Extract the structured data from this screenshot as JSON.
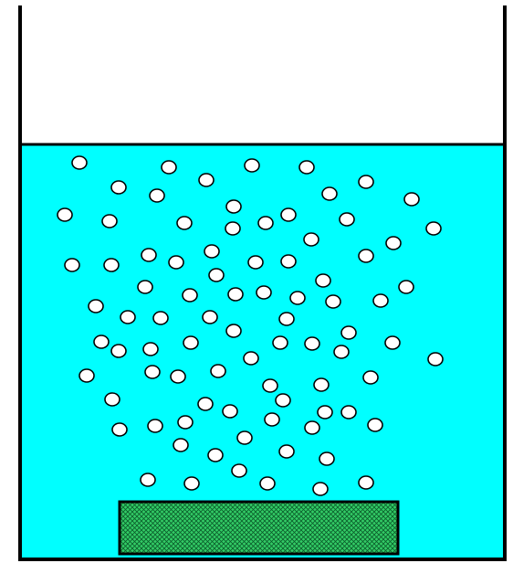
{
  "colors": {
    "background": "#ffffff",
    "liquid": "#00ffff",
    "outline": "#000000",
    "bubble_fill": "#ffffff",
    "block_fill": "#33cc66",
    "block_hatch": "#0a5c2a"
  },
  "components": [
    "beaker",
    "liquid",
    "bubbles",
    "submerged-block"
  ]
}
